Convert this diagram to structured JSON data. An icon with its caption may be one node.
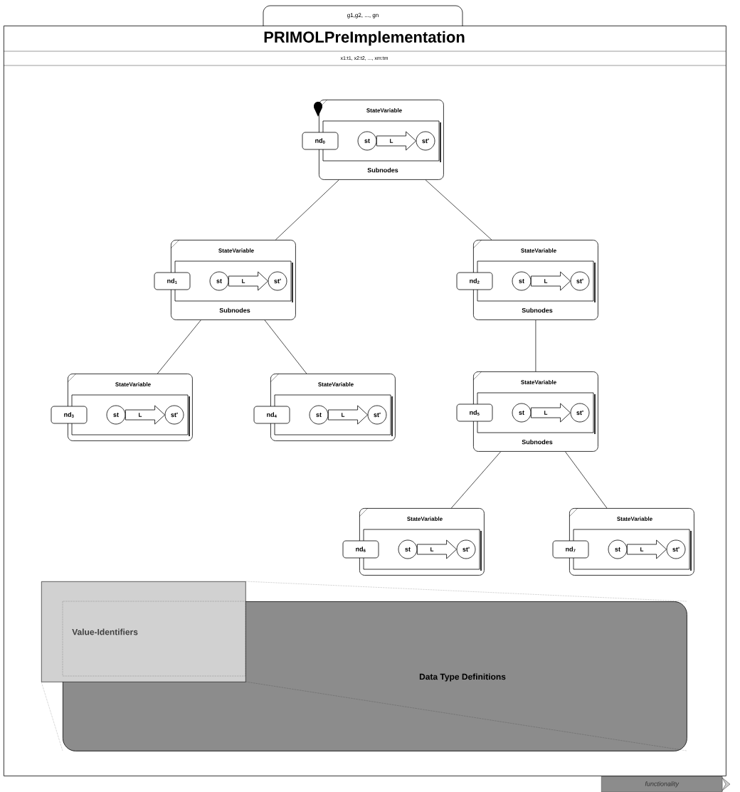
{
  "diagram": {
    "nodes": [
      {
        "text": [
          "g1,g2, ..., gn",
          "PRIMOLPreImplementation",
          "x1:t1, x2:t2, ..., xm:tm"
        ]
      },
      {
        "text": [
          "StateVariable",
          "Subnodes"
        ],
        "in": 0
      },
      {
        "text": [
          "nd$_{0}$"
        ],
        "in": 0
      },
      {
        "text": [
          "st"
        ],
        "in": 1
      },
      {
        "text": [
          "st'"
        ],
        "in": 1
      },
      {
        "text": [
          "StateVariable",
          "Subnodes"
        ],
        "in": 0
      },
      {
        "text": [
          "nd$_{1}$"
        ],
        "in": 0
      },
      {
        "text": [
          "st"
        ],
        "in": 5
      },
      {
        "text": [
          "st'"
        ],
        "in": 5
      },
      {
        "text": [
          "StateVariable",
          "Subnodes"
        ],
        "in": 0
      },
      {
        "text": [
          "nd$_{2}$"
        ],
        "in": 0
      },
      {
        "text": [
          "st"
        ],
        "in": 9
      },
      {
        "text": [
          "st'"
        ],
        "in": 9
      },
      {
        "text": [
          "StateVariable"
        ],
        "in": 0
      },
      {
        "text": [
          "nd$_{3}$"
        ],
        "in": 0
      },
      {
        "text": [
          "st"
        ],
        "in": 13
      },
      {
        "text": [
          "st'"
        ],
        "in": 13
      },
      {
        "text": [
          "StateVariable"
        ],
        "in": 0
      },
      {
        "text": [
          "nd$_{4}$"
        ],
        "in": 0
      },
      {
        "text": [
          "st"
        ],
        "in": 17
      },
      {
        "text": [
          "st'"
        ],
        "in": 17
      },
      {
        "text": [
          "StateVariable",
          "Subnodes"
        ],
        "in": 0
      },
      {
        "text": [
          "nd$_{5}$"
        ],
        "in": 0
      },
      {
        "text": [
          "st"
        ],
        "in": 21
      },
      {
        "text": [
          "st'"
        ],
        "in": 21
      },
      {
        "text": [
          "StateVariable"
        ],
        "in": 0
      },
      {
        "text": [
          "nd$_{6}$"
        ],
        "in": 0
      },
      {
        "text": [
          "st"
        ],
        "in": 25
      },
      {
        "text": [
          "st'"
        ],
        "in": 25
      },
      {
        "text": [
          "StateVariable"
        ],
        "in": 0
      },
      {
        "text": [
          "nd$_{7}$"
        ],
        "in": 0
      },
      {
        "text": [
          "st"
        ],
        "in": 29
      },
      {
        "text": [
          "st'"
        ],
        "in": 29
      },
      {
        "text": [
          "Value-Identifiers"
        ],
        "in": 0
      },
      {
        "text": [
          "Data Type Definitions"
        ],
        "in": 0
      },
      {
        "text": [
          "functionality"
        ]
      }
    ],
    "edges": [
      {
        "from": 1,
        "to": 5,
        "arrow": "none"
      },
      {
        "from": 1,
        "to": 9,
        "arrow": "none"
      },
      {
        "from": 5,
        "to": 13,
        "arrow": "none"
      },
      {
        "from": 5,
        "to": 17,
        "arrow": "none"
      },
      {
        "from": 9,
        "to": 21,
        "arrow": "none"
      },
      {
        "from": 21,
        "to": 25,
        "arrow": "none"
      },
      {
        "from": 21,
        "to": 29,
        "arrow": "none"
      },
      {
        "from": 3,
        "to": 4,
        "arrow": "to",
        "label": "L",
        "style": "thick"
      },
      {
        "from": 7,
        "to": 8,
        "arrow": "to",
        "label": "L",
        "style": "thick"
      },
      {
        "from": 11,
        "to": 12,
        "arrow": "to",
        "label": "L",
        "style": "thick"
      },
      {
        "from": 15,
        "to": 16,
        "arrow": "to",
        "label": "L",
        "style": "thick"
      },
      {
        "from": 19,
        "to": 20,
        "arrow": "to",
        "label": "L",
        "style": "thick"
      },
      {
        "from": 23,
        "to": 24,
        "arrow": "to",
        "label": "L",
        "style": "thick"
      },
      {
        "from": 27,
        "to": 28,
        "arrow": "to",
        "label": "L",
        "style": "thick"
      },
      {
        "from": 31,
        "to": 32,
        "arrow": "to",
        "label": "L",
        "style": "thick"
      }
    ]
  }
}
